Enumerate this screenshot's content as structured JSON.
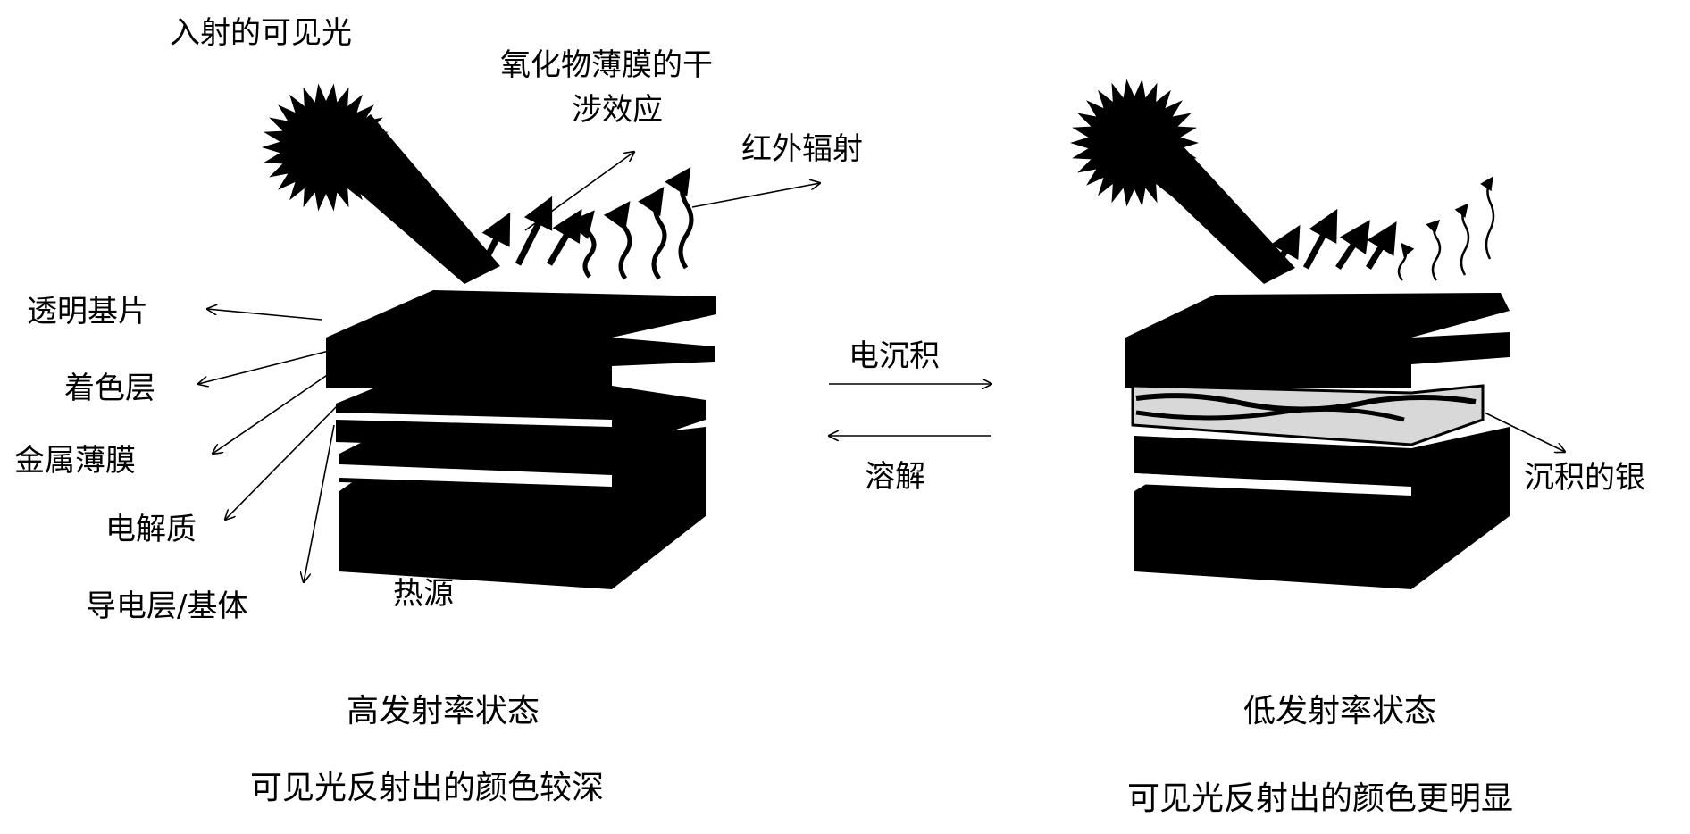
{
  "diagram": {
    "left_panel": {
      "labels": {
        "incident_light": "入射的可见光",
        "oxide_interference_line1": "氧化物薄膜的干",
        "oxide_interference_line2": "涉效应",
        "infrared": "红外辐射",
        "transparent_substrate": "透明基片",
        "coloring_layer": "着色层",
        "metal_film": "金属薄膜",
        "electrolyte": "电解质",
        "conductive_layer": "导电层/基体",
        "heat_source": "热源"
      },
      "state_caption": "高发射率状态",
      "color_caption": "可见光反射出的颜色较深"
    },
    "process": {
      "forward": "电沉积",
      "reverse": "溶解"
    },
    "right_panel": {
      "labels": {
        "deposited_silver": "沉积的银"
      },
      "state_caption": "低发射率状态",
      "color_caption": "可见光反射出的颜色更明显"
    },
    "colors": {
      "ink": "#000000",
      "background": "#ffffff",
      "silver": "#d8d8d8"
    }
  }
}
